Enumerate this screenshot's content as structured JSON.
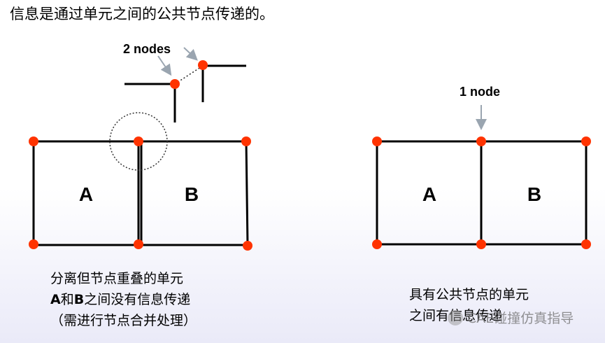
{
  "title": "信息是通过单元之间的公共节点传递的。",
  "left": {
    "label_a": "A",
    "label_b": "B",
    "callout": "2 nodes",
    "caption_line1": "分离但节点重叠的单元",
    "caption_line2_a": "A",
    "caption_line2_and": "和",
    "caption_line2_b": "B",
    "caption_line2_rest": "之间没有信息传递",
    "caption_line3": "（需进行节点合并处理）"
  },
  "right": {
    "label_a": "A",
    "label_b": "B",
    "callout": "1 node",
    "caption_line1": "具有公共节点的单元",
    "caption_line2": "之间有信息传递"
  },
  "watermark": "CAE碰撞仿真指导",
  "colors": {
    "node": "#ff3300",
    "edge": "#000000",
    "arrow": "#9aa5b0",
    "circle": "#333333"
  }
}
